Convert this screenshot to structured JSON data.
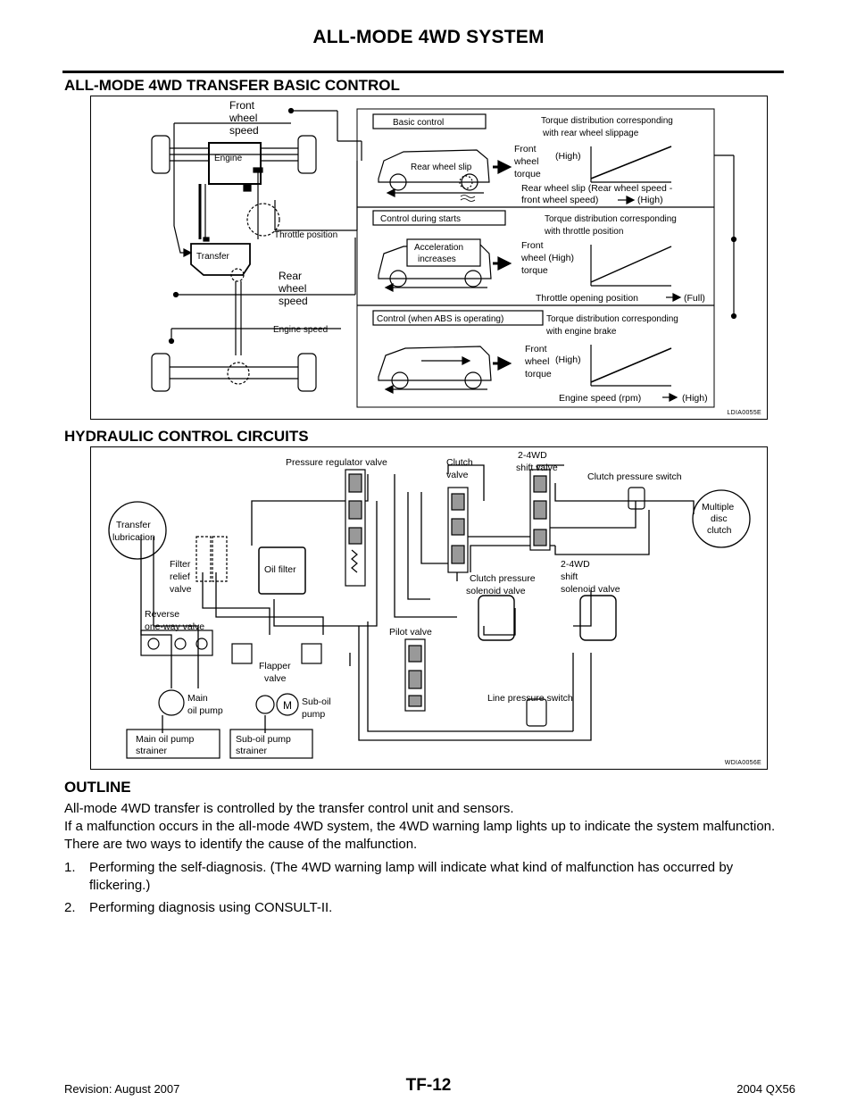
{
  "header": {
    "title": "ALL-MODE 4WD SYSTEM"
  },
  "section1": {
    "heading": "ALL-MODE 4WD TRANSFER BASIC CONTROL",
    "figure_code": "LDIA0055E",
    "labels": {
      "front_wheel_speed": [
        "Front",
        "wheel",
        "speed"
      ],
      "engine": "Engine",
      "throttle_position": "Throttle position",
      "transfer": "Transfer",
      "rear_wheel_speed": [
        "Rear",
        "wheel",
        "speed"
      ],
      "engine_speed": "Engine speed"
    },
    "panels": [
      {
        "mode": "Basic control",
        "description": [
          "Torque distribution corresponding",
          "with rear wheel slippage"
        ],
        "car_label": [
          "Rear wheel slip"
        ],
        "torque_label": [
          "Front",
          "wheel",
          "torque"
        ],
        "high": "(High)",
        "x_label": [
          "Rear wheel slip (Rear wheel speed -",
          "front wheel speed)",
          "(High)"
        ]
      },
      {
        "mode": "Control during starts",
        "description": [
          "Torque distribution corresponding",
          "with throttle position"
        ],
        "car_label": [
          "Acceleration",
          "increases"
        ],
        "torque_label": [
          "Front",
          "wheel (High)",
          "torque"
        ],
        "high": "",
        "x_label": [
          "Throttle opening position",
          "(Full)"
        ]
      },
      {
        "mode": "Control (when ABS is operating)",
        "description": [
          "Torque distribution corresponding",
          "with engine brake"
        ],
        "car_label": [],
        "torque_label": [
          "Front",
          "wheel",
          "torque"
        ],
        "high": "(High)",
        "x_label": [
          "Engine speed (rpm)",
          "(High)"
        ]
      }
    ]
  },
  "section2": {
    "heading": "HYDRAULIC CONTROL CIRCUITS",
    "figure_code": "WDIA0056E",
    "labels": {
      "pressure_regulator_valve": "Pressure regulator valve",
      "clutch_valve": [
        "Clutch",
        "valve"
      ],
      "shift_valve": [
        "2-4WD",
        "shift valve"
      ],
      "clutch_pressure_switch": "Clutch pressure switch",
      "multiple_disc_clutch": [
        "Multiple",
        "disc",
        "clutch"
      ],
      "transfer_lubrication": [
        "Transfer",
        "lubrication"
      ],
      "filter_relief_valve": [
        "Filter",
        "relief",
        "valve"
      ],
      "oil_filter": "Oil filter",
      "clutch_pressure_solenoid_valve": [
        "Clutch pressure",
        "solenoid valve"
      ],
      "shift_solenoid_valve": [
        "2-4WD",
        "shift",
        "solenoid valve"
      ],
      "reverse_one_way_valve": [
        "Reverse",
        "one-way valve"
      ],
      "pilot_valve": "Pilot valve",
      "flapper_valve": [
        "Flapper",
        "valve"
      ],
      "main_oil_pump": [
        "Main",
        "oil pump"
      ],
      "motor": "M",
      "sub_oil_pump": [
        "Sub-oil",
        "pump"
      ],
      "line_pressure_switch": "Line pressure switch",
      "main_oil_pump_strainer": [
        "Main oil pump",
        "strainer"
      ],
      "sub_oil_pump_strainer": [
        "Sub-oil pump",
        "strainer"
      ]
    }
  },
  "section3": {
    "heading": "OUTLINE",
    "paragraph1": "All-mode 4WD transfer is controlled by the transfer control unit and sensors.",
    "paragraph2": "If a malfunction occurs in the all-mode 4WD system, the 4WD warning lamp lights up to indicate the system malfunction. There are two ways to identify the cause of the malfunction.",
    "list": [
      {
        "num": "1.",
        "text": "Performing the self-diagnosis. (The 4WD warning lamp will indicate what kind of malfunction has occurred by flickering.)"
      },
      {
        "num": "2.",
        "text": "Performing diagnosis using CONSULT-II."
      }
    ]
  },
  "footer": {
    "revision": "Revision: August 2007",
    "page": "TF-12",
    "model": "2004 QX56"
  }
}
